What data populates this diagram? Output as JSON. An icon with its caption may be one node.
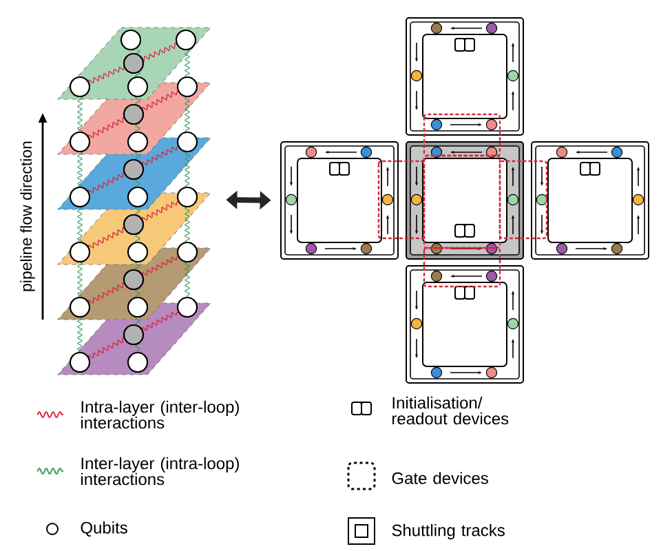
{
  "diagram": {
    "nodes": [
      {
        "text": [],
        "shape": "picture"
      },
      {
        "text": [],
        "shape": "picture"
      }
    ],
    "edges": [
      {
        "from": 0,
        "to": 1,
        "arrow": "both"
      }
    ],
    "labels": [
      "pipeline flow direction"
    ],
    "legend": [
      {
        "text": "Intra-layer (inter-loop) interactions"
      },
      {
        "text": "Inter-layer (intra-loop) interactions"
      },
      {
        "text": "Qubits"
      },
      {
        "text": "Initialisation/ readout devices"
      },
      {
        "text": "Gate devices"
      },
      {
        "text": "Shuttling tracks"
      }
    ]
  }
}
